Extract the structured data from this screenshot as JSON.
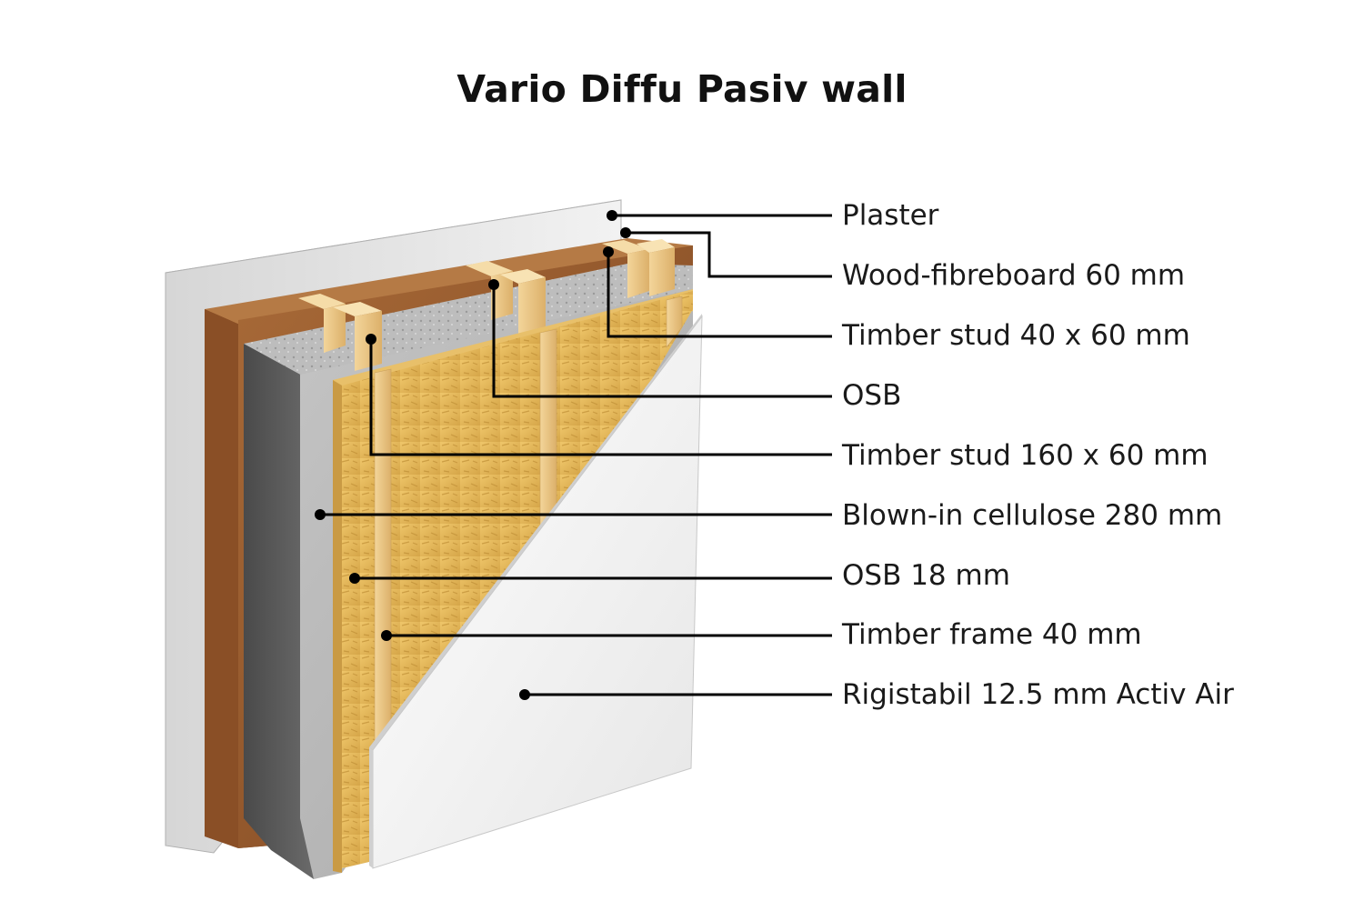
{
  "title": "Vario Diffu Pasiv wall",
  "layers": [
    {
      "label": "Plaster"
    },
    {
      "label": "Wood-fibreboard 60 mm"
    },
    {
      "label": "Timber stud 40 x 60 mm"
    },
    {
      "label": "OSB"
    },
    {
      "label": "Timber stud 160 x 60 mm"
    },
    {
      "label": "Blown-in cellulose 280 mm"
    },
    {
      "label": "OSB 18 mm"
    },
    {
      "label": "Timber frame 40 mm"
    },
    {
      "label": "Rigistabil 12.5 mm Activ Air"
    }
  ],
  "colors": {
    "plaster": "#e8e8e8",
    "fibreboard": "#9a5a2a",
    "cellulose": "#8a8a8a",
    "osb": "#e2b75a",
    "timber": "#ecc98a",
    "gypsum": "#f4f4f4",
    "leader": "#000000"
  }
}
